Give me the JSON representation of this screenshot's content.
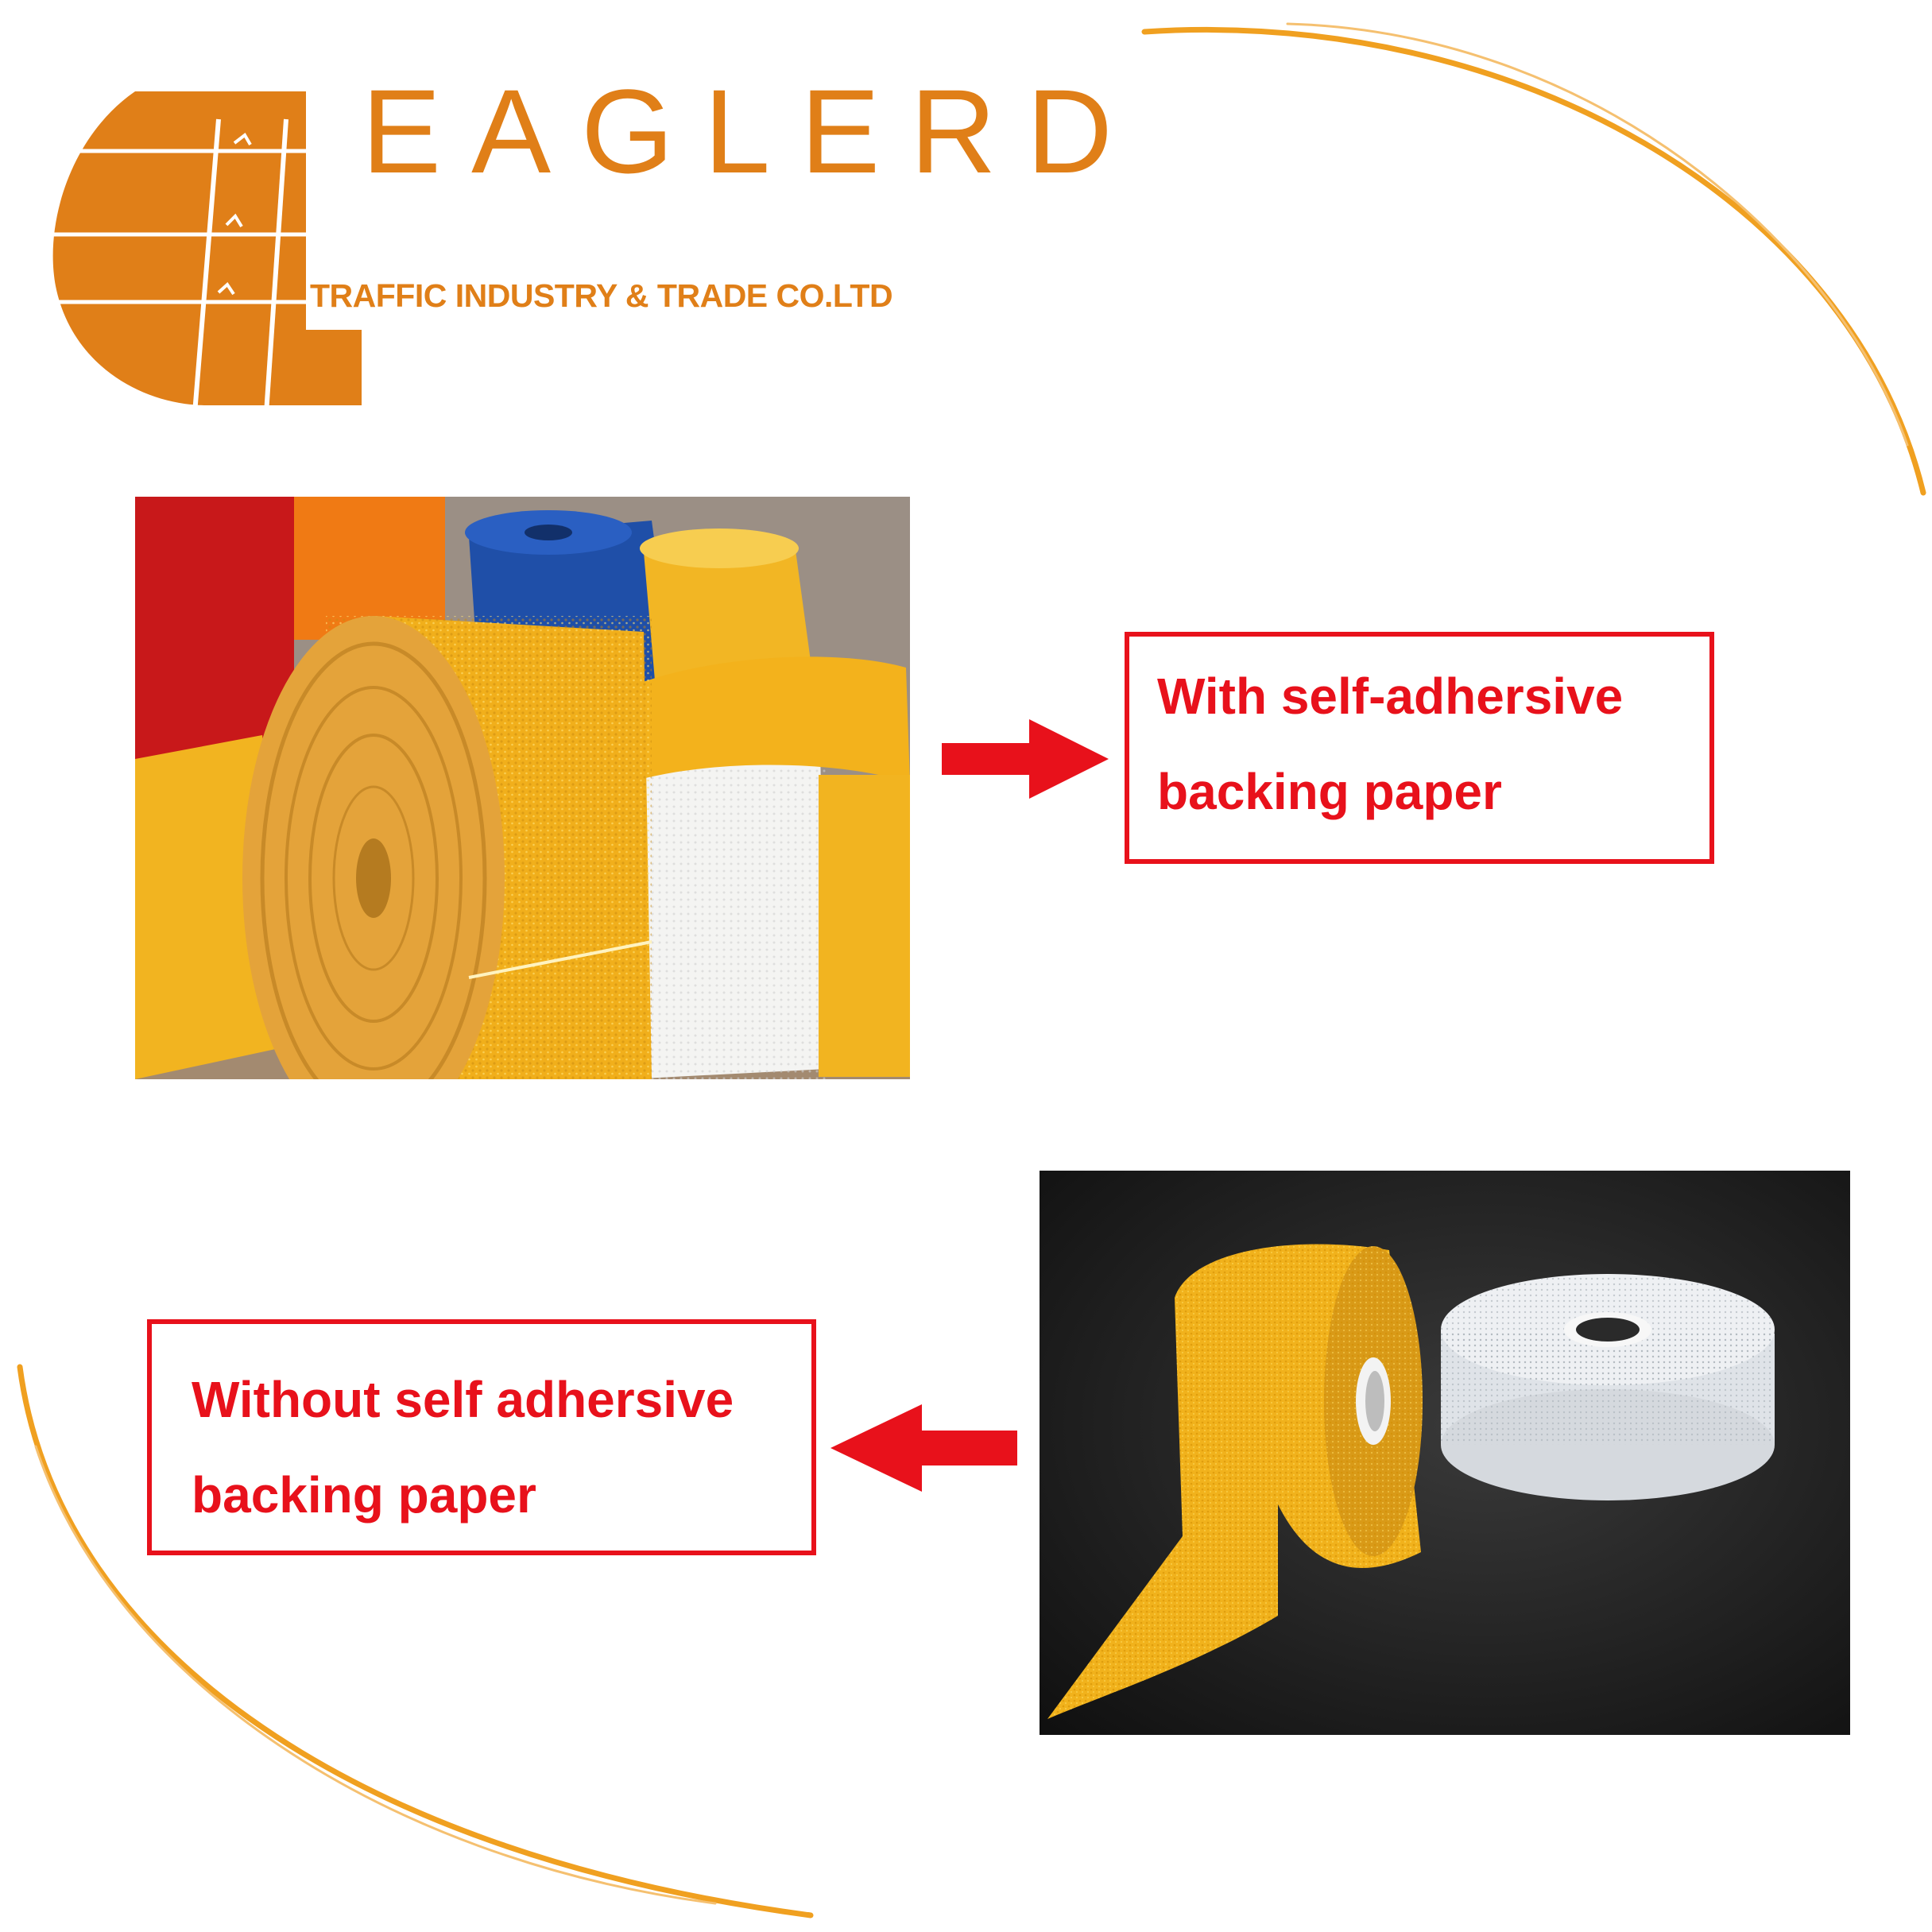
{
  "brand": {
    "name": "EAGLERD",
    "subtitle": "TRAFFIC INDUSTRY & TRADE CO.LTD",
    "logo_icon": "eaglerd-logo-icon"
  },
  "colors": {
    "brand_orange": "#e07f18",
    "callout_red": "#e8111b",
    "swoosh_orange": "#f0a020"
  },
  "sections": [
    {
      "photo_icon": "road-marking-tape-rolls-photo",
      "callout": {
        "line1": "With self-adhersive",
        "line2": "backing paper"
      },
      "arrow_icon": "arrow-right-icon"
    },
    {
      "photo_icon": "yellow-and-white-tape-rolls-photo",
      "callout": {
        "line1": "Without self adhersive",
        "line2": "backing paper"
      },
      "arrow_icon": "arrow-left-icon"
    }
  ]
}
